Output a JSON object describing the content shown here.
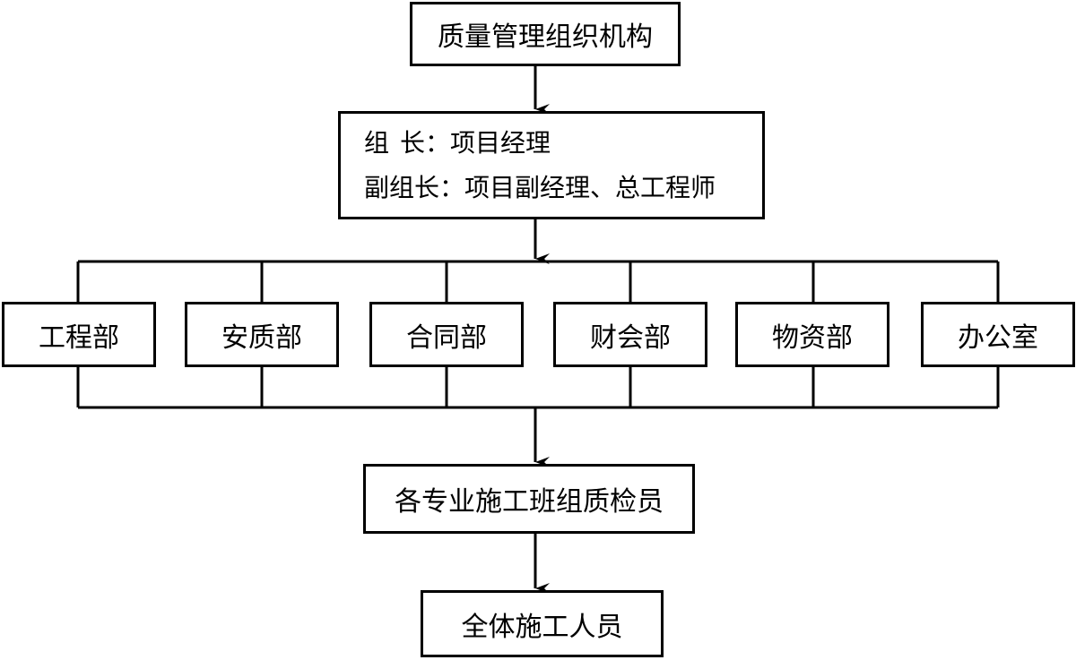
{
  "title": "质量管理组织机构",
  "leadership": {
    "leader_role": [
      "组",
      "长"
    ],
    "leader_sep": "：",
    "leader_value": "项目经理",
    "deputy_role": "副组长",
    "deputy_sep": "：",
    "deputy_value": "项目副经理、总工程师"
  },
  "departments": [
    {
      "label": "工程部"
    },
    {
      "label": "安质部"
    },
    {
      "label": "合同部"
    },
    {
      "label": "财会部"
    },
    {
      "label": "物资部"
    },
    {
      "label": "办公室"
    }
  ],
  "inspectors": "各专业施工班组质检员",
  "all_staff": "全体施工人员"
}
